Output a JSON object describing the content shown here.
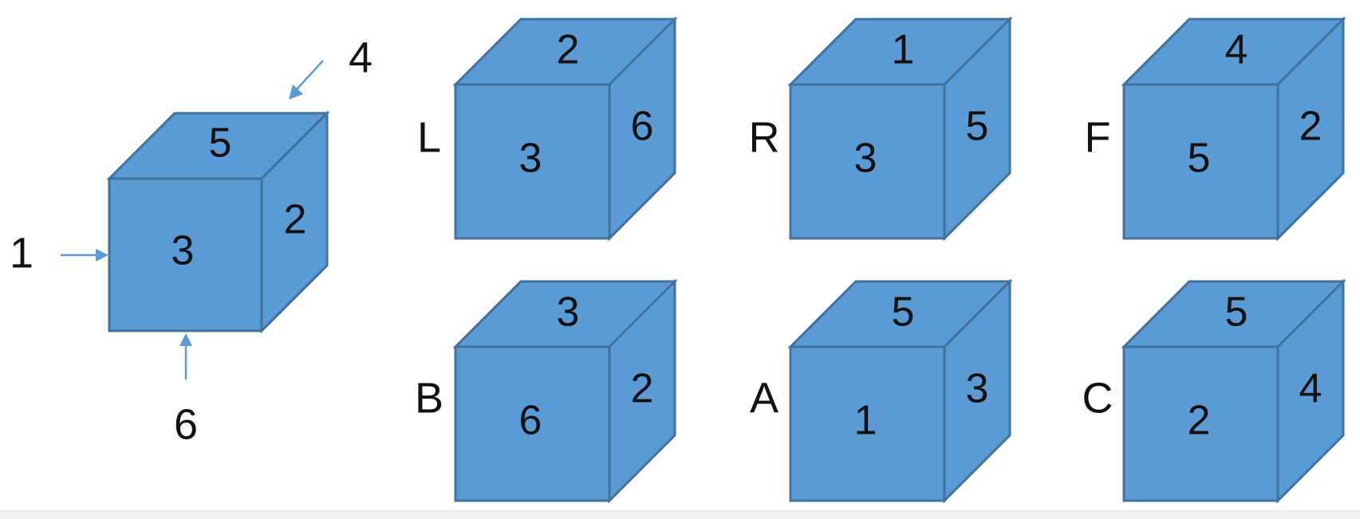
{
  "reference_cube": {
    "top": "5",
    "front": "3",
    "right": "2",
    "pointer_left": "1",
    "pointer_back": "4",
    "pointer_bottom": "6"
  },
  "options": [
    {
      "label": "L",
      "top": "2",
      "front": "3",
      "right": "6"
    },
    {
      "label": "R",
      "top": "1",
      "front": "3",
      "right": "5"
    },
    {
      "label": "F",
      "top": "4",
      "front": "5",
      "right": "2"
    },
    {
      "label": "B",
      "top": "3",
      "front": "6",
      "right": "2"
    },
    {
      "label": "A",
      "top": "5",
      "front": "1",
      "right": "3"
    },
    {
      "label": "C",
      "top": "5",
      "front": "2",
      "right": "4"
    }
  ],
  "colors": {
    "cube_fill": "#5b9bd5",
    "cube_edge": "#41719c",
    "arrow": "#5b9bd5"
  }
}
